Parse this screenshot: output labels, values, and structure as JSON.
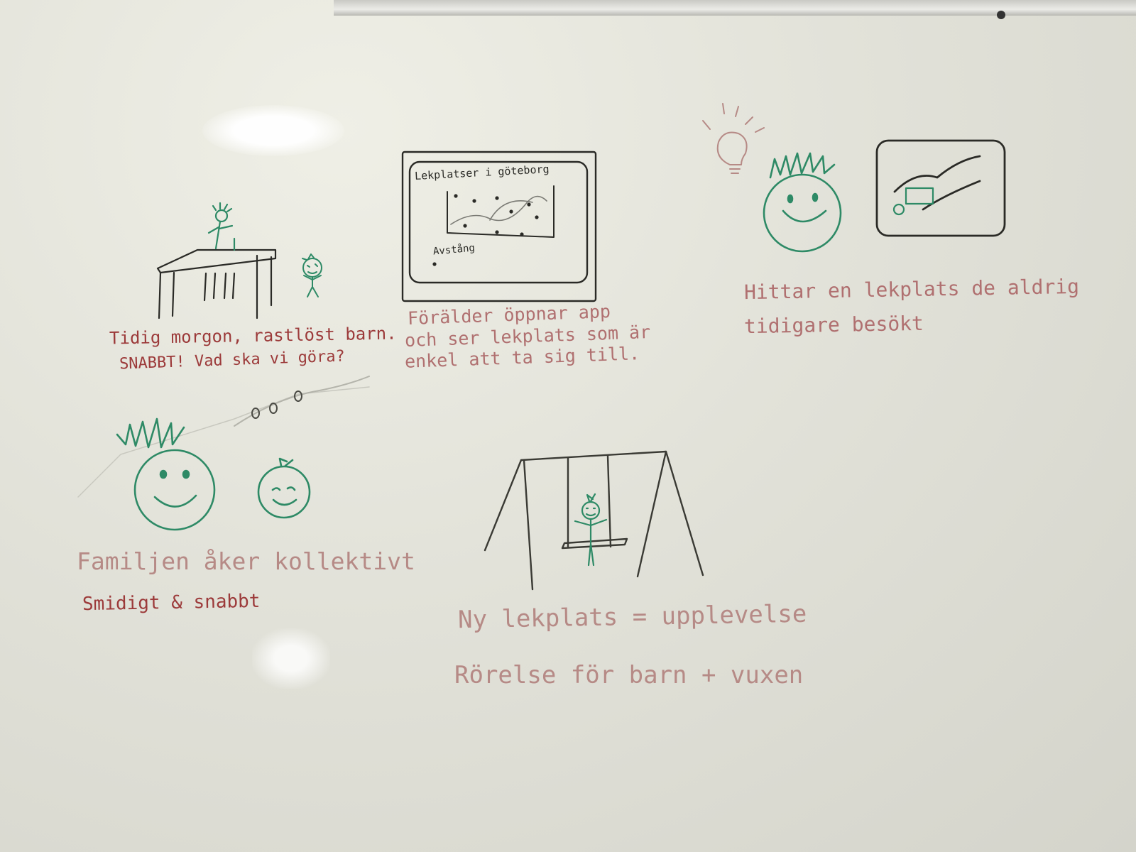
{
  "panels": {
    "p1": {
      "line1": "Tidig morgon, rastlöst barn.",
      "line2": "SNABBT! Vad ska vi göra?"
    },
    "p2": {
      "screen_title": "Lekplatser i göteborg",
      "screen_button": "Avstång",
      "line1": "Förälder öppnar app",
      "line2": "och ser lekplats som är",
      "line3": "enkel att ta sig till."
    },
    "p3": {
      "line1": "Hittar en lekplats de aldrig",
      "line2": "tidigare besökt"
    },
    "p4": {
      "line1": "Familjen åker kollektivt",
      "line2": "Smidigt & snabbt"
    },
    "p5": {
      "line1": "Ny lekplats = upplevelse",
      "line2": "Rörelse för barn + vuxen"
    }
  },
  "colors": {
    "board": "#e2e2d9",
    "marker_black": "#2a2a26",
    "marker_green": "#2e8a66",
    "marker_red": "#9c3a3a"
  },
  "icons": [
    "lightbulb-icon"
  ]
}
